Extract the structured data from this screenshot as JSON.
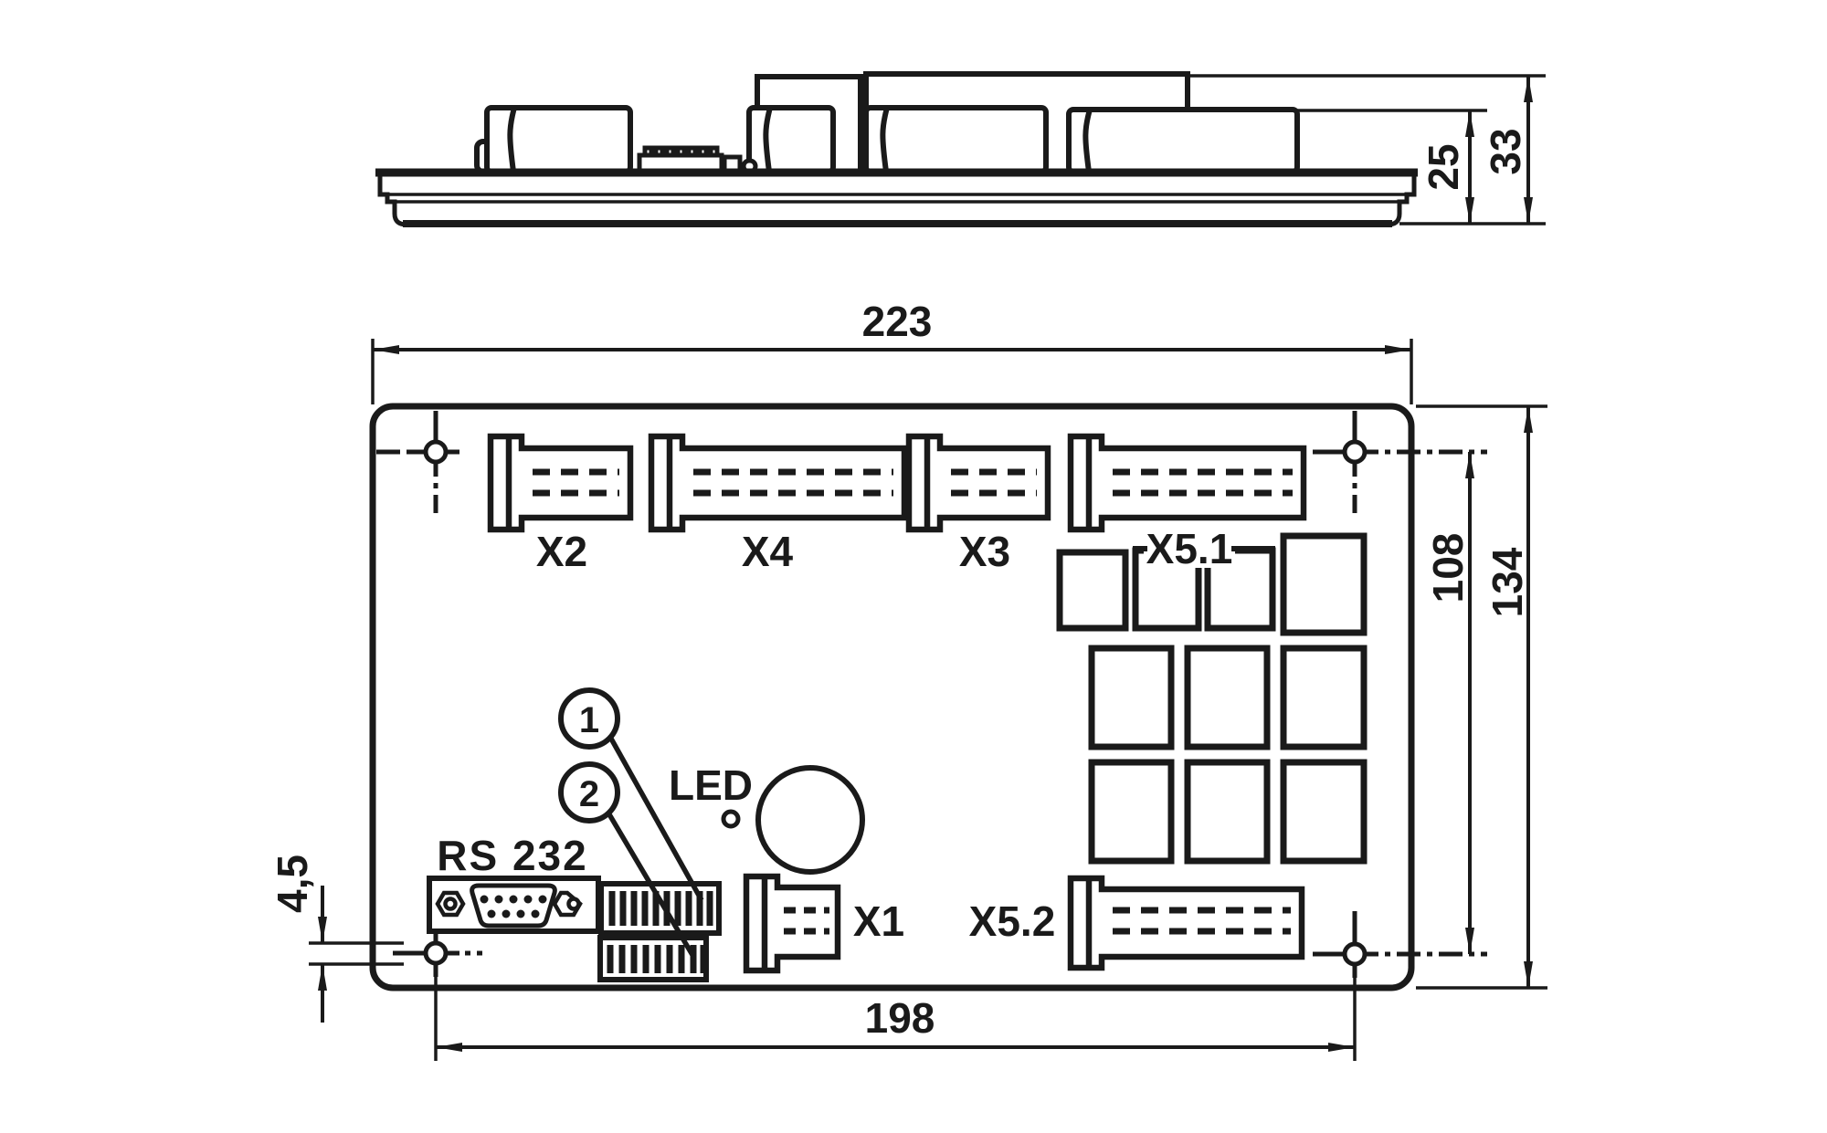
{
  "colors": {
    "ink": "#1a1a1a",
    "background": "#ffffff"
  },
  "side_view": {
    "dims": {
      "connector_height": "25",
      "total_height": "33"
    }
  },
  "front_view": {
    "dims": {
      "total_width": "223",
      "hole_spacing_width": "198",
      "total_height": "134",
      "hole_spacing_height": "108",
      "hole_detail": "4,5"
    },
    "labels": {
      "x2": "X2",
      "x4": "X4",
      "x3": "X3",
      "x5_1": "X5.1",
      "x1": "X1",
      "x5_2": "X5.2",
      "rs232": "RS 232",
      "led": "LED"
    },
    "callouts": {
      "item1": "1",
      "item2": "2"
    }
  }
}
